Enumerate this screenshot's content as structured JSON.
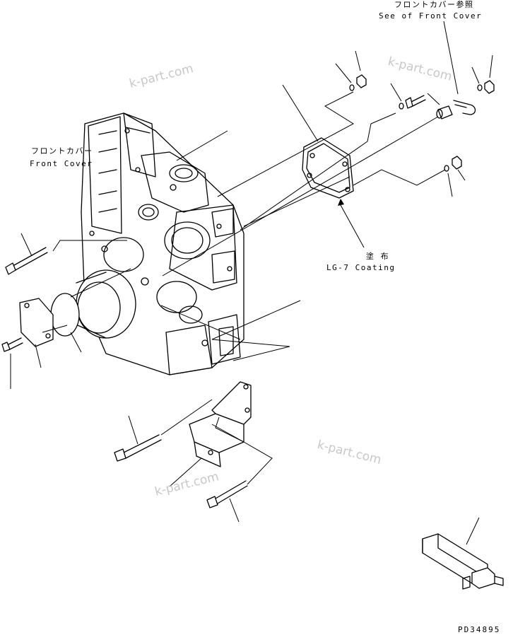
{
  "labels": {
    "front_cover_ref_jp": "フロントカバー参照",
    "front_cover_ref_en": "See of Front Cover",
    "front_cover_jp": "フロントカバー",
    "front_cover_en": "Front Cover",
    "coating_jp": "塗 布",
    "coating_en": "LG-7 Coating",
    "drawing_code": "PD34895"
  },
  "watermarks": [
    "k-part.com",
    "k-part.com",
    "k-part.com",
    "k-part.com"
  ]
}
